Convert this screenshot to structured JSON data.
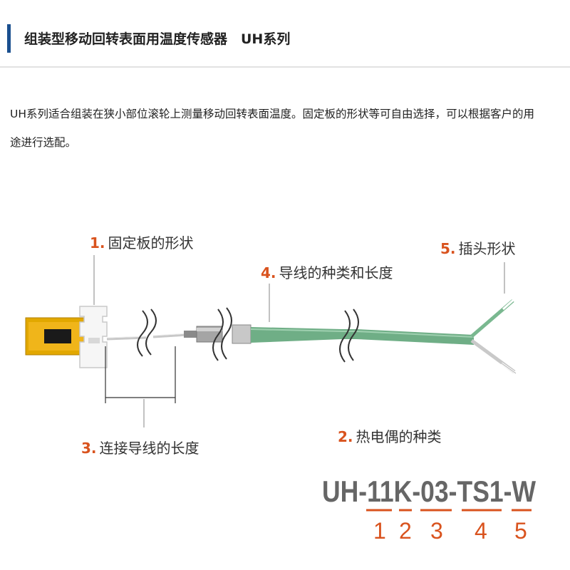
{
  "header": {
    "title": "组装型移动回转表面用温度传感器　UH系列"
  },
  "description": "UH系列适合组装在狭小部位滚轮上测量移动回转表面温度。固定板的形状等可自由选择，可以根据客户的用途进行选配。",
  "callouts": [
    {
      "num": "1.",
      "text": "固定板的形状"
    },
    {
      "num": "2.",
      "text": "热电偶的种类"
    },
    {
      "num": "3.",
      "text": "连接导线的长度"
    },
    {
      "num": "4.",
      "text": "导线的种类和长度"
    },
    {
      "num": "5.",
      "text": "插头形状"
    }
  ],
  "model_code": {
    "parts": [
      "UH-",
      "11",
      "K",
      "-",
      "03",
      "-",
      "TS1",
      "-",
      "W"
    ],
    "segment_numbers": [
      "1",
      "2",
      "3",
      "4",
      "5"
    ]
  },
  "colors": {
    "accent_bar": "#1a4f8f",
    "number_orange": "#d9531e",
    "cable_green": "#6fae86",
    "plate_yellow": "#e2a800"
  }
}
